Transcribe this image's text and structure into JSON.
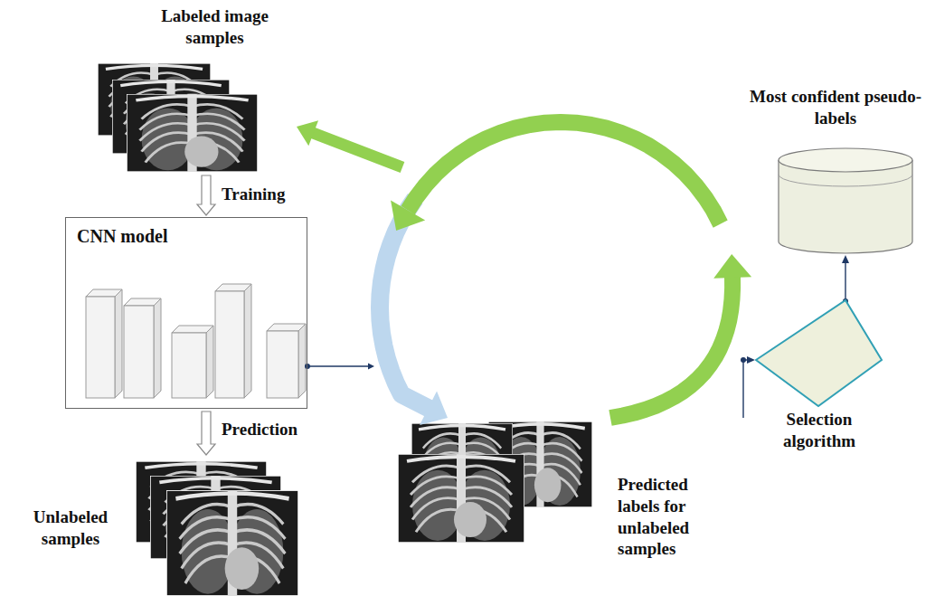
{
  "diagram": {
    "nodes": [
      {
        "text": [
          "Labeled image samples"
        ]
      },
      {
        "text": [
          "CNN model"
        ]
      },
      {
        "text": [
          "Unlabeled samples"
        ]
      },
      {
        "text": [
          "Predicted labels for unlabeled samples"
        ]
      },
      {
        "text": [
          "Selection algorithm"
        ]
      },
      {
        "text": [
          "Most confident pseudo-labels"
        ]
      }
    ],
    "edges": [
      {
        "from": 0,
        "to": 1,
        "arrow": "to",
        "label": "Training"
      },
      {
        "from": 1,
        "to": 2,
        "arrow": "to",
        "label": "Prediction"
      },
      {
        "from": 1,
        "to": 3,
        "arrow": "to"
      },
      {
        "from": 3,
        "to": 4,
        "arrow": "to"
      },
      {
        "from": 4,
        "to": 5,
        "arrow": "to"
      },
      {
        "from": 3,
        "to": 0,
        "arrow": "to"
      }
    ]
  }
}
